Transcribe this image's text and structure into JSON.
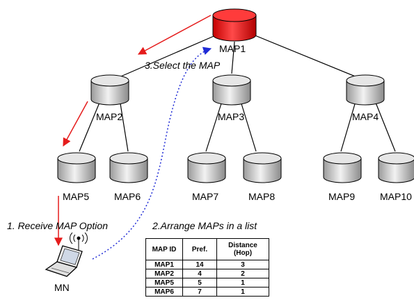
{
  "nodes": {
    "map1": "MAP1",
    "map2": "MAP2",
    "map3": "MAP3",
    "map4": "MAP4",
    "map5": "MAP5",
    "map6": "MAP6",
    "map7": "MAP7",
    "map8": "MAP8",
    "map9": "MAP9",
    "map10": "MAP10",
    "mn": "MN"
  },
  "notes": {
    "step1": "1. Receive MAP Option",
    "step2": "2.Arrange MAPs in a list",
    "step3": "3.Select the MAP"
  },
  "table": {
    "headers": [
      "MAP ID",
      "Pref.",
      "Distance (Hop)"
    ],
    "rows": [
      [
        "MAP1",
        "14",
        "3"
      ],
      [
        "MAP2",
        "4",
        "2"
      ],
      [
        "MAP5",
        "5",
        "1"
      ],
      [
        "MAP6",
        "7",
        "1"
      ]
    ]
  },
  "colors": {
    "root_fill": "#ff1a1a",
    "node_fill": "#d9d9d9",
    "arrow_red": "#e51c1c",
    "arrow_blue": "#1f2bd6"
  },
  "icons": {
    "signal": "wireless-signal-icon",
    "laptop": "laptop-icon"
  }
}
